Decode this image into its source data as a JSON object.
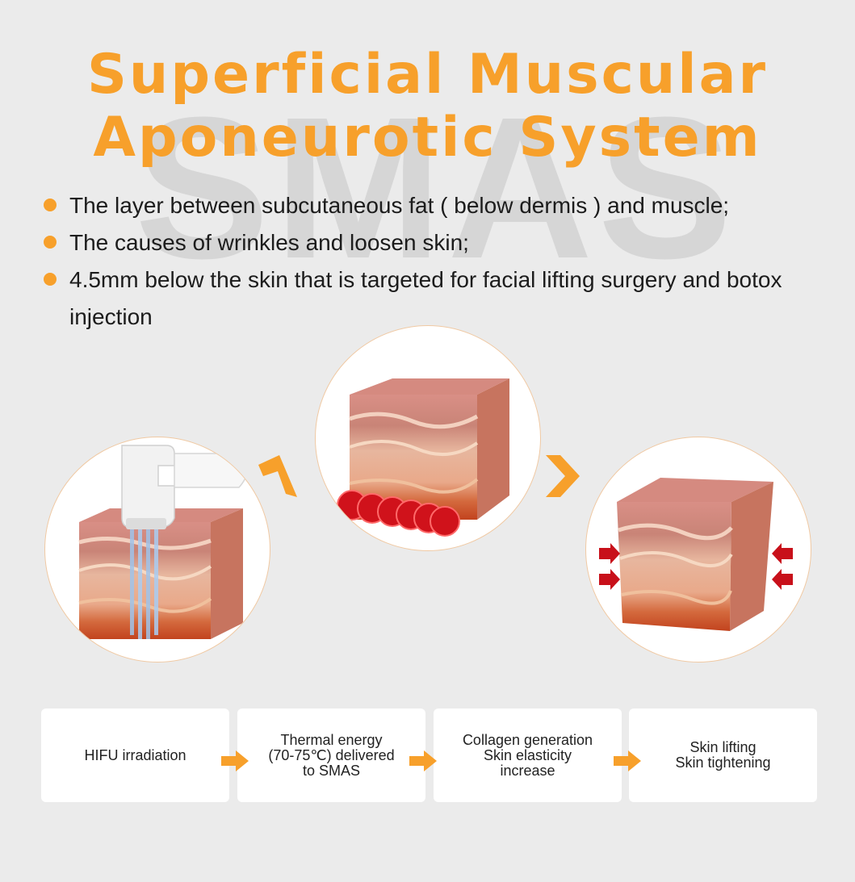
{
  "watermark": "SMAS",
  "title": {
    "line1": "Superficial Muscular",
    "line2": "Aponeurotic System"
  },
  "bullets": [
    "The layer between subcutaneous fat ( below dermis ) and muscle;",
    "The causes of wrinkles and loosen skin;",
    "4.5mm below the skin that is targeted for facial lifting surgery and botox injection"
  ],
  "steps": [
    "HIFU irradiation",
    "Thermal energy\n(70-75℃) delivered\nto SMAS",
    "Collagen generation\nSkin elasticity\nincrease",
    "Skin lifting\nSkin tightening"
  ],
  "colors": {
    "accent": "#f7a02b",
    "watermark": "#d6d6d6",
    "skin_top": "#d99a8a",
    "heat_dots": "#d0121b",
    "compress_arrows": "#c8101a"
  },
  "icons": {
    "bullet": "orange-dot-icon",
    "flow_arrow": "orange-arrow-icon",
    "step_chevron": "orange-chevron-icon",
    "compress": "red-arrow-icon"
  }
}
